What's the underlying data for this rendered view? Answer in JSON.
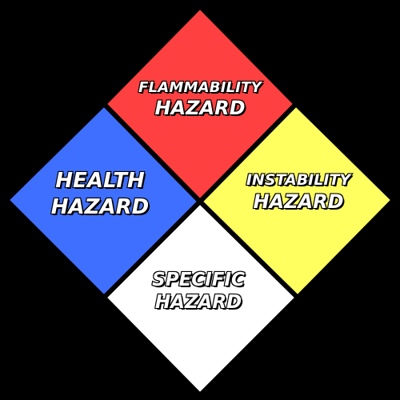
{
  "quadrants": {
    "flammability": {
      "line1": "FLAMMABILITY",
      "line2": "HAZARD",
      "color": "#FF4040"
    },
    "health": {
      "line1": "HEALTH",
      "line2": "HAZARD",
      "color": "#3F6FFF"
    },
    "instability": {
      "line1": "INSTABILITY",
      "line2": "HAZARD",
      "color": "#FFFF60"
    },
    "specific": {
      "line1": "SPECIFIC",
      "line2": "HAZARD",
      "color": "#FFFFFF"
    }
  },
  "background_color": "#000000",
  "border_color": "#000000"
}
